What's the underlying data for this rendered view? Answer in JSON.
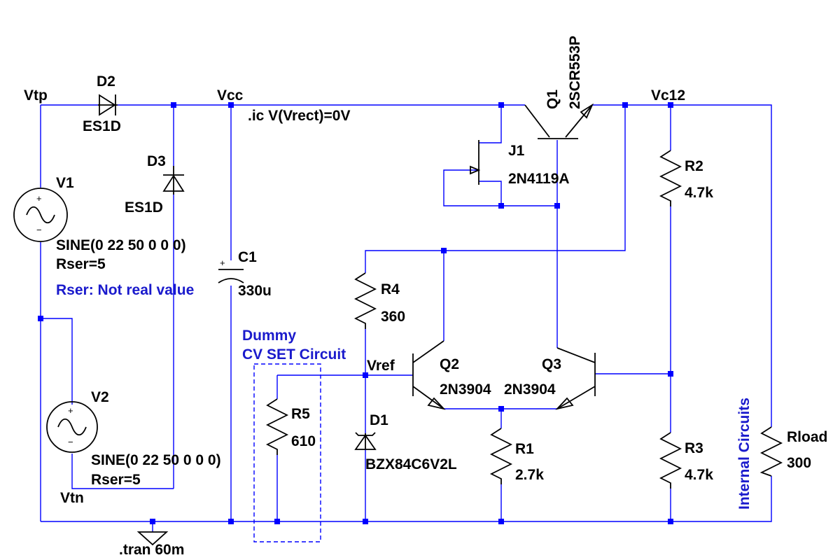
{
  "nets": {
    "vtp": "Vtp",
    "vcc": "Vcc",
    "vc12": "Vc12",
    "vtn": "Vtn",
    "vref": "Vref"
  },
  "components": {
    "d2": {
      "ref": "D2",
      "value": "ES1D"
    },
    "d3": {
      "ref": "D3",
      "value": "ES1D"
    },
    "d1": {
      "ref": "D1",
      "value": "BZX84C6V2L"
    },
    "v1": {
      "ref": "V1",
      "value": "SINE(0 22 50 0 0 0)",
      "rser": "Rser=5"
    },
    "v2": {
      "ref": "V2",
      "value": "SINE(0 22 50 0 0 0)",
      "rser": "Rser=5"
    },
    "c1": {
      "ref": "C1",
      "value": "330u"
    },
    "q1": {
      "ref": "Q1",
      "value": "2SCR553P"
    },
    "j1": {
      "ref": "J1",
      "value": "2N4119A"
    },
    "q2": {
      "ref": "Q2",
      "value": "2N3904"
    },
    "q3": {
      "ref": "Q3",
      "value": "2N3904"
    },
    "r1": {
      "ref": "R1",
      "value": "2.7k"
    },
    "r2": {
      "ref": "R2",
      "value": "4.7k"
    },
    "r3": {
      "ref": "R3",
      "value": "4.7k"
    },
    "r4": {
      "ref": "R4",
      "value": "360"
    },
    "r5": {
      "ref": "R5",
      "value": "610"
    },
    "rload": {
      "ref": "Rload",
      "value": "300"
    }
  },
  "directives": {
    "ic": ".ic V(Vrect)=0V",
    "tran": ".tran 60m"
  },
  "comments": {
    "rser_note": "Rser: Not real value",
    "dummy_line1": "Dummy",
    "dummy_line2": "CV SET Circuit",
    "internal": "Internal Circuits"
  },
  "source_symbols": {
    "plus": "+",
    "minus": "−"
  },
  "colors": {
    "wire": "#0000ff",
    "symbol": "#000000",
    "comment": "#1a1acc",
    "background": "#ffffff"
  }
}
